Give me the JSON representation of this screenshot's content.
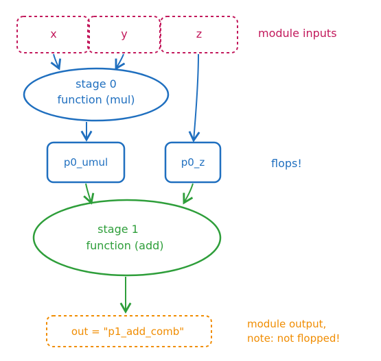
{
  "colors": {
    "inputs": "#c2185b",
    "stage0": "#1f6fbf",
    "stage1": "#2e9e3a",
    "output": "#f08c00"
  },
  "inputs": {
    "x": "x",
    "y": "y",
    "z": "z",
    "annotation": "module inputs"
  },
  "stage0": {
    "line1": "stage 0",
    "line2": "function (mul)"
  },
  "flops": {
    "p0_umul": "p0_umul",
    "p0_z": "p0_z",
    "annotation": "flops!"
  },
  "stage1": {
    "line1": "stage 1",
    "line2": "function (add)"
  },
  "output": {
    "label": "out = \"p1_add_comb\"",
    "annotation_line1": "module output,",
    "annotation_line2": "note: not flopped!"
  }
}
